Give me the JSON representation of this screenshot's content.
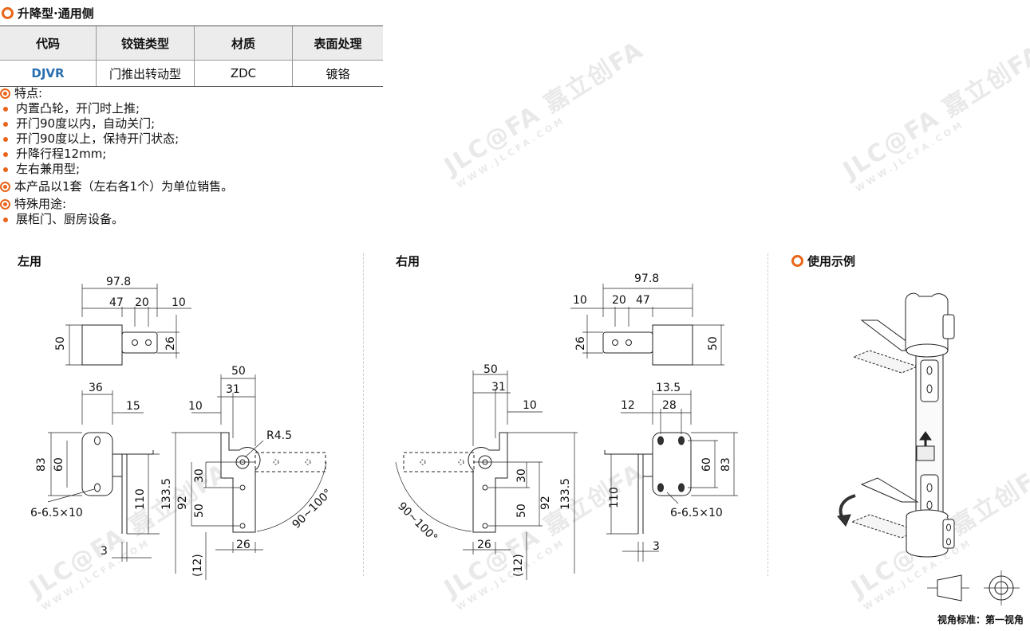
{
  "header": {
    "title": "升降型·通用侧"
  },
  "table": {
    "headers": [
      "代码",
      "铰链类型",
      "材质",
      "表面处理"
    ],
    "row": [
      "DJVR",
      "门推出转动型",
      "ZDC",
      "镀铬"
    ]
  },
  "features": {
    "title": "特点:",
    "items": [
      "内置凸轮，开门时上推;",
      "开门90度以内，自动关门;",
      "开门90度以上，保持开门状态;",
      "升降行程12mm;",
      "左右兼用型;"
    ]
  },
  "sale_note": "本产品以1套（左右各1个）为单位销售。",
  "special_use": {
    "title": "特殊用途:",
    "items": [
      "展柜门、厨房设备。"
    ]
  },
  "labels": {
    "left": "左用",
    "right": "右用",
    "usage": "使用示例"
  },
  "dimensions": {
    "left_top": [
      "97.8",
      "47",
      "20",
      "10",
      "50",
      "26"
    ],
    "left_side": [
      "36",
      "15",
      "83",
      "60",
      "110",
      "3",
      "6-6.5×10"
    ],
    "left_front": [
      "50",
      "10",
      "31",
      "R4.5",
      "133.5",
      "92",
      "30",
      "50",
      "26",
      "(12)",
      "90~100°"
    ],
    "right_top": [
      "97.8",
      "10",
      "20",
      "47",
      "26",
      "50"
    ],
    "right_front": [
      "50",
      "31",
      "10",
      "133.5",
      "92",
      "30",
      "50",
      "26",
      "(12)",
      "90~100°"
    ],
    "right_side": [
      "13.5",
      "12",
      "28",
      "60",
      "83",
      "110",
      "3",
      "6-6.5×10"
    ]
  },
  "watermark": {
    "brand": "JLC@FA 嘉立创FA",
    "url": "WWW.JLCFA.COM"
  },
  "footnote": "视角标准：第一视角"
}
